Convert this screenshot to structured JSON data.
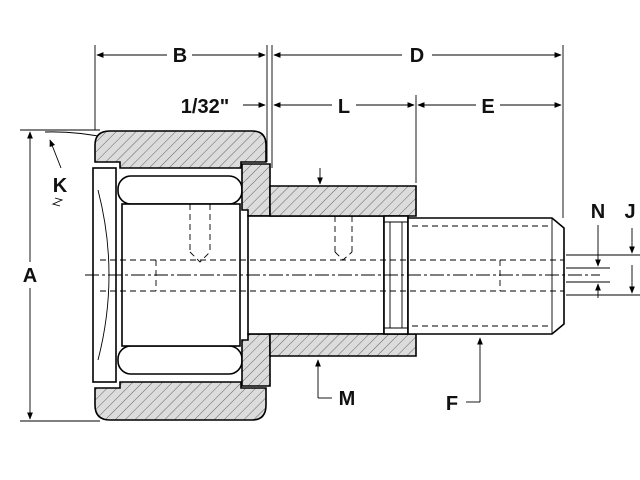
{
  "diagram": {
    "colors": {
      "line": "#000000",
      "hatch_fill": "#d9d9d9",
      "body_fill": "#ffffff"
    },
    "labels": {
      "B": "B",
      "D": "D",
      "gap": "1/32\"",
      "L": "L",
      "E": "E",
      "K": "K",
      "A": "A",
      "N": "N",
      "J": "J",
      "M": "M",
      "F": "F"
    }
  }
}
